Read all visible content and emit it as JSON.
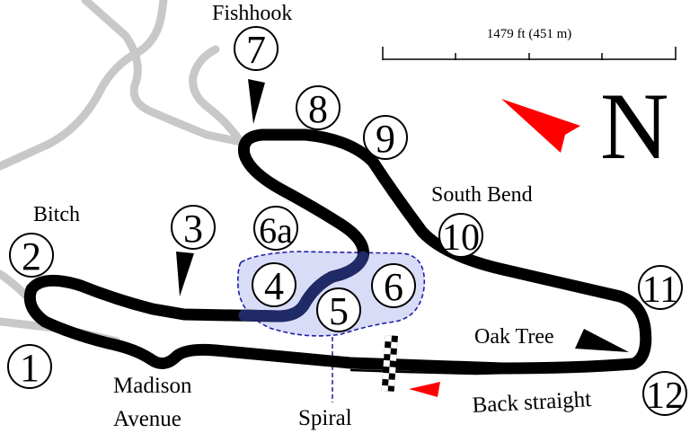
{
  "scale": {
    "label": "1479 ft (451 m)"
  },
  "north": {
    "letter": "N",
    "arrow_color": "#ff0000"
  },
  "colors": {
    "track": "#000000",
    "roads": "#c8c8c8",
    "spiral_fill": "#d9dcf6",
    "spiral_border": "#1f1ea8",
    "marker": "#ff0000"
  },
  "turns": [
    {
      "id": "1",
      "label": "1"
    },
    {
      "id": "2",
      "label": "2"
    },
    {
      "id": "3",
      "label": "3"
    },
    {
      "id": "4",
      "label": "4"
    },
    {
      "id": "5",
      "label": "5"
    },
    {
      "id": "6",
      "label": "6"
    },
    {
      "id": "6a",
      "label": "6a"
    },
    {
      "id": "7",
      "label": "7"
    },
    {
      "id": "8",
      "label": "8"
    },
    {
      "id": "9",
      "label": "9"
    },
    {
      "id": "10",
      "label": "10"
    },
    {
      "id": "11",
      "label": "11"
    },
    {
      "id": "12",
      "label": "12"
    }
  ],
  "names": {
    "fishhook": "Fishhook",
    "bitch": "Bitch",
    "south_bend": "South Bend",
    "oak_tree": "Oak Tree",
    "madison_line1": "Madison",
    "madison_line2": "Avenue",
    "spiral": "Spiral",
    "back_straight": "Back straight"
  }
}
